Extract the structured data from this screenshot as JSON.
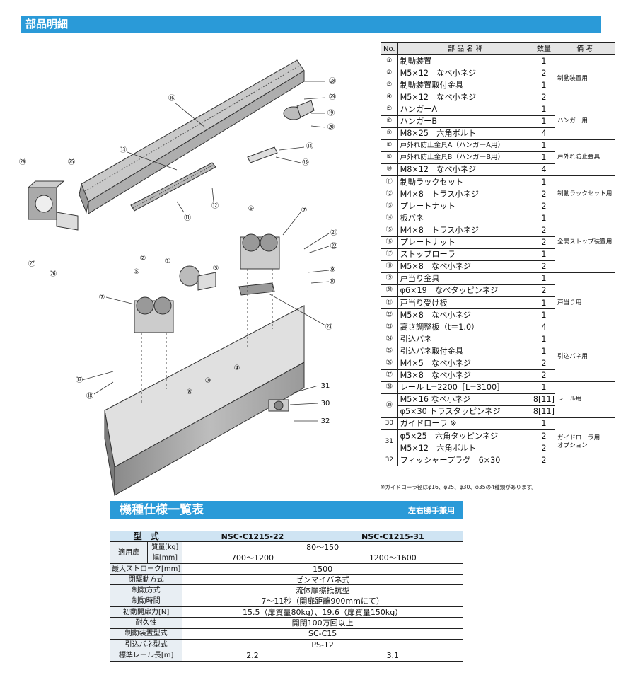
{
  "section_title": "部品明細",
  "parts_table": {
    "headers": {
      "no": "No.",
      "name": "部 品 名 称",
      "qty": "数量",
      "remarks": "備 考"
    },
    "rows": [
      {
        "no": "①",
        "name": "制動装置",
        "qty": "1"
      },
      {
        "no": "②",
        "name": "M5×12　なべ小ネジ",
        "qty": "2"
      },
      {
        "no": "③",
        "name": "制動装置取付金具",
        "qty": "1"
      },
      {
        "no": "④",
        "name": "M5×12　なべ小ネジ",
        "qty": "2"
      },
      {
        "no": "⑤",
        "name": "ハンガーA",
        "qty": "1"
      },
      {
        "no": "⑥",
        "name": "ハンガーB",
        "qty": "1"
      },
      {
        "no": "⑦",
        "name": "M8×25　六角ボルト",
        "qty": "4"
      },
      {
        "no": "⑧",
        "name": "戸外れ防止金具A（ハンガーA用）",
        "qty": "1"
      },
      {
        "no": "⑨",
        "name": "戸外れ防止金具B（ハンガーB用）",
        "qty": "1"
      },
      {
        "no": "⑩",
        "name": "M8×12　なべ小ネジ",
        "qty": "4"
      },
      {
        "no": "⑪",
        "name": "制動ラックセット",
        "qty": "1"
      },
      {
        "no": "⑫",
        "name": "M4×8　トラス小ネジ",
        "qty": "2"
      },
      {
        "no": "⑬",
        "name": "プレートナット",
        "qty": "2"
      },
      {
        "no": "⑭",
        "name": "板バネ",
        "qty": "1"
      },
      {
        "no": "⑮",
        "name": "M4×8　トラス小ネジ",
        "qty": "2"
      },
      {
        "no": "⑯",
        "name": "プレートナット",
        "qty": "2"
      },
      {
        "no": "⑰",
        "name": "ストップローラ",
        "qty": "1"
      },
      {
        "no": "⑱",
        "name": "M5×8　なべ小ネジ",
        "qty": "2"
      },
      {
        "no": "⑲",
        "name": "戸当り金具",
        "qty": "1"
      },
      {
        "no": "⑳",
        "name": "φ6×19　なべタッピンネジ",
        "qty": "2"
      },
      {
        "no": "㉑",
        "name": "戸当り受け板",
        "qty": "1"
      },
      {
        "no": "㉒",
        "name": "M5×8　なべ小ネジ",
        "qty": "1"
      },
      {
        "no": "㉓",
        "name": "高さ調整板（t＝1.0）",
        "qty": "4"
      },
      {
        "no": "㉔",
        "name": "引込バネ",
        "qty": "1"
      },
      {
        "no": "㉕",
        "name": "引込バネ取付金具",
        "qty": "1"
      },
      {
        "no": "㉖",
        "name": "M4×5　なべ小ネジ",
        "qty": "2"
      },
      {
        "no": "㉗",
        "name": "M3×8　なべ小ネジ",
        "qty": "2"
      },
      {
        "no": "㉘",
        "name": "レール L=2200［L=3100］",
        "qty": "1"
      },
      {
        "no": "㉙",
        "name": "M5×16 なべ小ネジ",
        "qty": "8[11]"
      },
      {
        "no": "",
        "name": "φ5×30 トラスタッピンネジ",
        "qty": "8[11]"
      },
      {
        "no": "30",
        "name": "ガイドローラ ※",
        "qty": "1"
      },
      {
        "no": "31",
        "name": "φ5×25　六角タッピンネジ",
        "qty": "2"
      },
      {
        "no": "",
        "name": "M5×12　六角ボルト",
        "qty": "2"
      },
      {
        "no": "32",
        "name": "フィッシャープラグ　6×30",
        "qty": "2"
      }
    ],
    "remarks": [
      "制動装置用",
      "ハンガー用",
      "戸外れ防止金具",
      "制動ラックセット用",
      "全開ストップ装置用",
      "戸当り用",
      "引込バネ用",
      "レール用",
      "ガイドローラ用",
      "オプション"
    ]
  },
  "footnote": "※ガイドローラ径はφ16、φ25、φ30、φ35の4種類があります。",
  "diagram": {
    "callouts": [
      "①",
      "②",
      "③",
      "④",
      "⑤",
      "⑥",
      "⑦",
      "⑦",
      "⑧",
      "⑨",
      "⑩",
      "⑩",
      "⑪",
      "⑫",
      "⑬",
      "⑭",
      "⑮",
      "⑯",
      "⑰",
      "⑱",
      "⑲",
      "⑳",
      "㉑",
      "㉒",
      "㉓",
      "㉔",
      "㉕",
      "㉖",
      "㉗",
      "㉘",
      "㉙",
      "31",
      "30",
      "32"
    ]
  },
  "spec": {
    "title": "機種仕様一覧表",
    "subtitle": "左右勝手兼用",
    "type_label": "型　式",
    "models": [
      "NSC-C1215-22",
      "NSC-C1215-31"
    ],
    "door_label": "適用扉",
    "mass_label": "質量[kg]",
    "mass_value": "80〜150",
    "width_label": "幅[mm]",
    "width_values": [
      "700〜1200",
      "1200〜1600"
    ],
    "rows": [
      {
        "label": "最大ストローク[mm]",
        "value": "1500"
      },
      {
        "label": "閉駆動方式",
        "value": "ゼンマイバネ式"
      },
      {
        "label": "制動方式",
        "value": "流体摩擦抵抗型"
      },
      {
        "label": "制動時間",
        "value": "7〜11秒（開扉距離900mmにて）"
      },
      {
        "label": "初動開扉力[N]",
        "value": "15.5（扉質量80kg）、19.6（扉質量150kg）"
      },
      {
        "label": "耐久性",
        "value": "開閉100万回以上"
      },
      {
        "label": "制動装置型式",
        "value": "SC-C15"
      },
      {
        "label": "引込バネ型式",
        "value": "PS-12"
      }
    ],
    "rail_label": "標準レール長[m]",
    "rail_values": [
      "2.2",
      "3.1"
    ]
  }
}
